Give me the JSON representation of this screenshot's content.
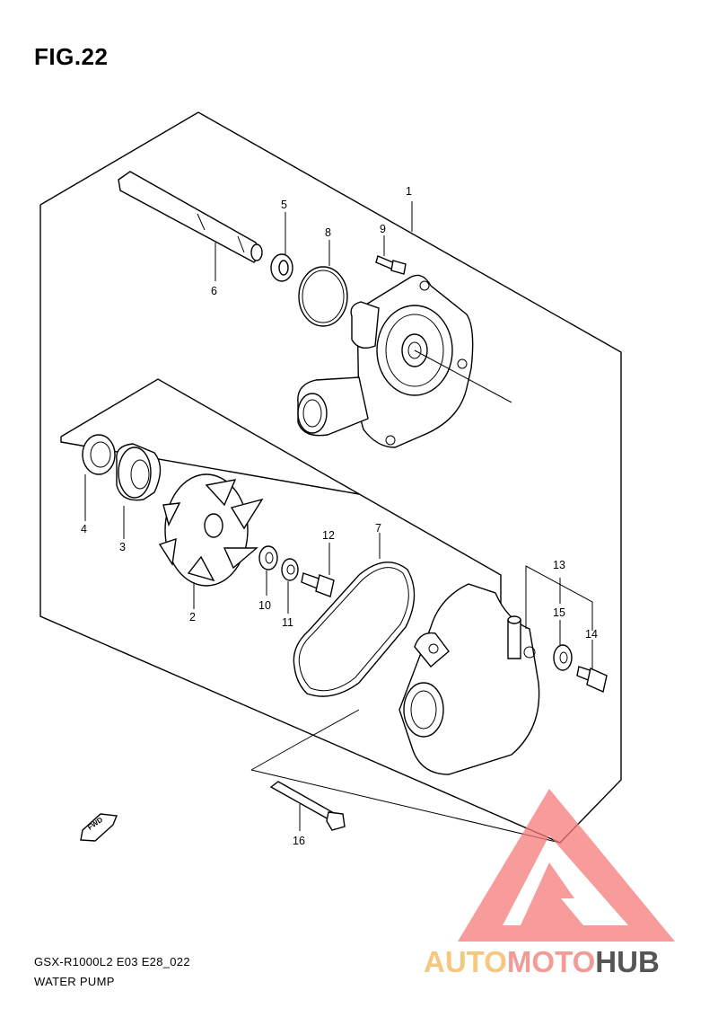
{
  "figure": {
    "title": "FIG.22"
  },
  "footer": {
    "model_code": "GSX-R1000L2 E03 E28_022",
    "subtitle": "WATER PUMP"
  },
  "direction_badge": {
    "label": "FWD"
  },
  "watermark": {
    "part1": "AUTO",
    "part2": "MOTO",
    "part3": "HUB",
    "colors": {
      "auto": "#f6c77f",
      "moto": "#f39b96",
      "hub": "#555555",
      "triangle": "#f47a7a"
    }
  },
  "callouts": [
    {
      "number": "1"
    },
    {
      "number": "2"
    },
    {
      "number": "3"
    },
    {
      "number": "4"
    },
    {
      "number": "5"
    },
    {
      "number": "6"
    },
    {
      "number": "7"
    },
    {
      "number": "8"
    },
    {
      "number": "9"
    },
    {
      "number": "10"
    },
    {
      "number": "11"
    },
    {
      "number": "12"
    },
    {
      "number": "13"
    },
    {
      "number": "14"
    },
    {
      "number": "15"
    },
    {
      "number": "16"
    }
  ]
}
